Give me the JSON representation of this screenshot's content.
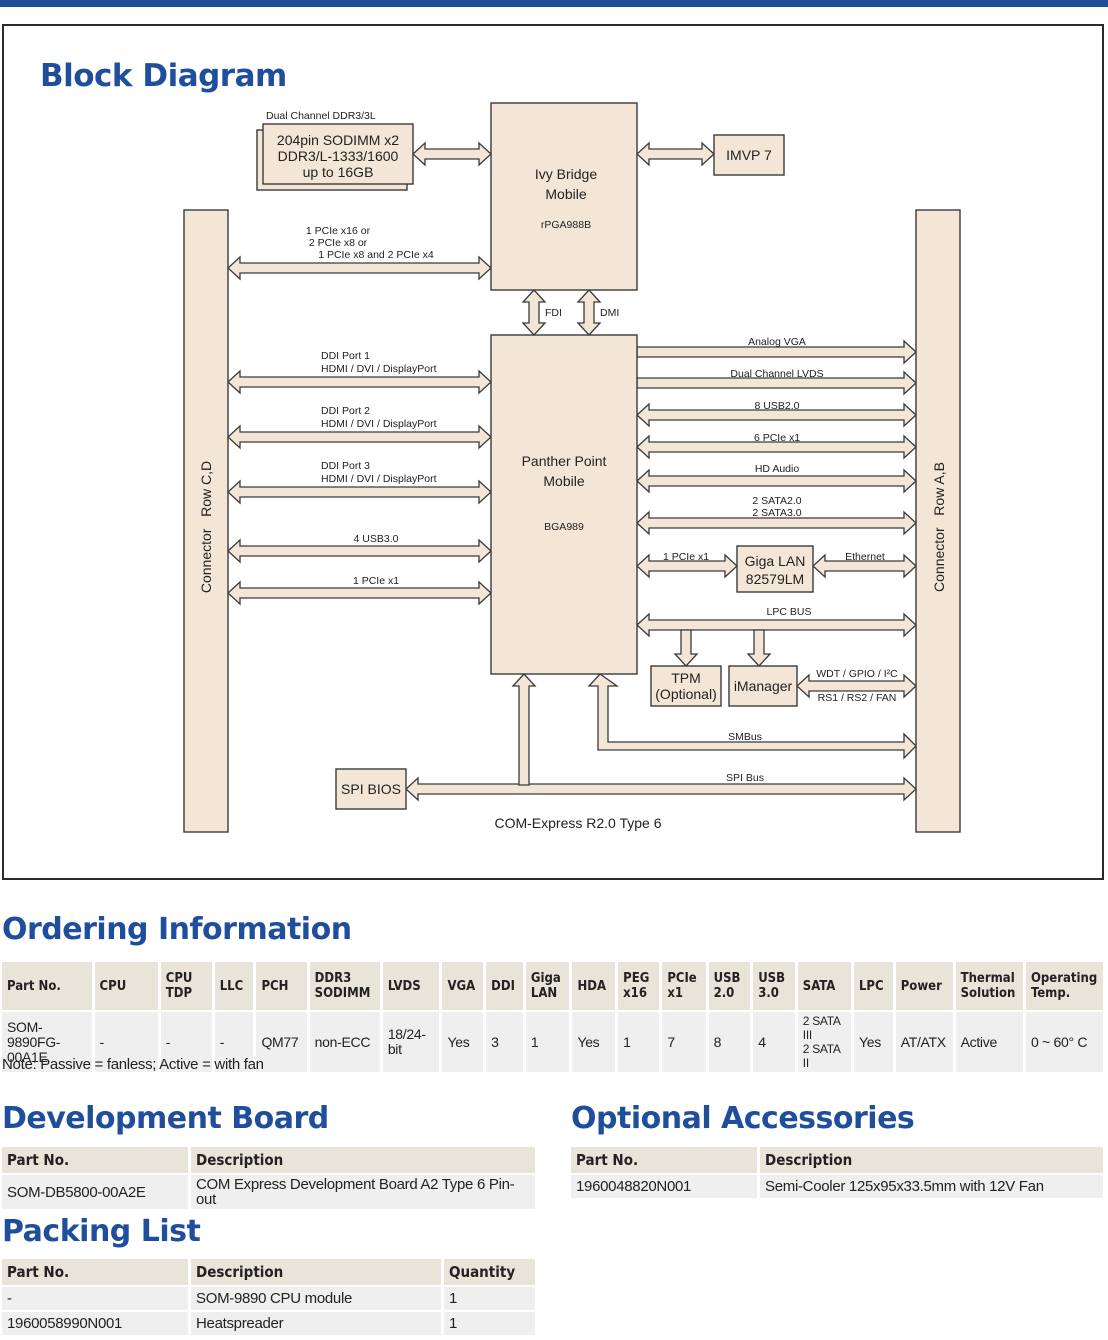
{
  "block_diagram": {
    "title": "Block Diagram",
    "memory_top_label": "Dual Channel DDR3/3L",
    "memory": [
      "204pin SODIMM x2",
      "DDR3/L-1333/1600",
      "up to 16GB"
    ],
    "cpu": [
      "Ivy Bridge",
      "Mobile"
    ],
    "cpu_pkg": "rPGA988B",
    "imvp": "IMVP 7",
    "pch": [
      "Panther Point",
      "Mobile"
    ],
    "pch_pkg": "BGA989",
    "left_connector": "Connector   Row C,D",
    "right_connector": "Connector   Row A,B",
    "pcie_cpu": [
      "1 PCIe x16 or",
      "2 PCIe x8 or",
      "1 PCIe x8 and 2 PCIe x4"
    ],
    "fdi": "FDI",
    "dmi": "DMI",
    "ddi1": [
      "DDI Port 1",
      "HDMI / DVI / DisplayPort"
    ],
    "ddi2": [
      "DDI Port 2",
      "HDMI / DVI / DisplayPort"
    ],
    "ddi3": [
      "DDI Port 3",
      "HDMI / DVI / DisplayPort"
    ],
    "usb3": "4 USB3.0",
    "pcie_left": "1 PCIe x1",
    "analog_vga": "Analog VGA",
    "lvds": "Dual Channel LVDS",
    "usb2": "8 USB2.0",
    "pcie6": "6 PCIe x1",
    "hd_audio": "HD Audio",
    "sata": [
      "2 SATA2.0",
      "2 SATA3.0"
    ],
    "pcie_lan": "1 PCIe x1",
    "giga_lan": [
      "Giga LAN",
      "82579LM"
    ],
    "ethernet": "Ethernet",
    "lpc_bus": "LPC BUS",
    "tpm": [
      "TPM",
      "(Optional)"
    ],
    "imanager": "iManager",
    "wdt": "WDT / GPIO / I²C",
    "rs": "RS1 / RS2 / FAN",
    "smbus": "SMBus",
    "spi_bus": "SPI Bus",
    "spi_bios": "SPI BIOS",
    "caption": "COM-Express R2.0 Type 6"
  },
  "ordering": {
    "title": "Ordering Information",
    "headers": [
      [
        "Part No."
      ],
      [
        "CPU"
      ],
      [
        "CPU TDP"
      ],
      [
        "LLC"
      ],
      [
        "PCH"
      ],
      [
        "DDR3",
        "SODIMM"
      ],
      [
        "LVDS"
      ],
      [
        "VGA"
      ],
      [
        "DDI"
      ],
      [
        "Giga",
        "LAN"
      ],
      [
        "HDA"
      ],
      [
        "PEG",
        "x16"
      ],
      [
        "PCIe",
        "x1"
      ],
      [
        "USB",
        "2.0"
      ],
      [
        "USB",
        "3.0"
      ],
      [
        "SATA"
      ],
      [
        "LPC"
      ],
      [
        "Power"
      ],
      [
        "Thermal",
        "Solution"
      ],
      [
        "Operating",
        "Temp."
      ]
    ],
    "row": [
      "SOM-9890FG-00A1E",
      "-",
      "-",
      "-",
      "QM77",
      "non-ECC",
      "18/24-bit",
      "Yes",
      "3",
      "1",
      "Yes",
      "1",
      "7",
      "8",
      "4",
      "2 SATA III|2 SATA II",
      "Yes",
      "AT/ATX",
      "Active",
      "0 ~ 60° C"
    ],
    "note": "Note: Passive = fanless;  Active = with fan"
  },
  "dev_board": {
    "title": "Development Board",
    "headers": [
      "Part No.",
      "Description"
    ],
    "rows": [
      [
        "SOM-DB5800-00A2E",
        "COM Express Development Board A2 Type 6 Pin-out"
      ]
    ]
  },
  "accessories": {
    "title": "Optional Accessories",
    "headers": [
      "Part No.",
      "Description"
    ],
    "rows": [
      [
        "1960048820N001",
        "Semi-Cooler 125x95x33.5mm with 12V Fan"
      ]
    ]
  },
  "packing": {
    "title": "Packing List",
    "headers": [
      "Part No.",
      "Description",
      "Quantity"
    ],
    "rows": [
      [
        "-",
        "SOM-9890 CPU module",
        "1"
      ],
      [
        "1960058990N001",
        "Heatspreader",
        "1"
      ]
    ]
  },
  "colors": {
    "accent": "#1f4e9c",
    "block_fill": "#f3e6d6",
    "header_fill": "#e8e4d9",
    "row_fill": "#efefef"
  }
}
